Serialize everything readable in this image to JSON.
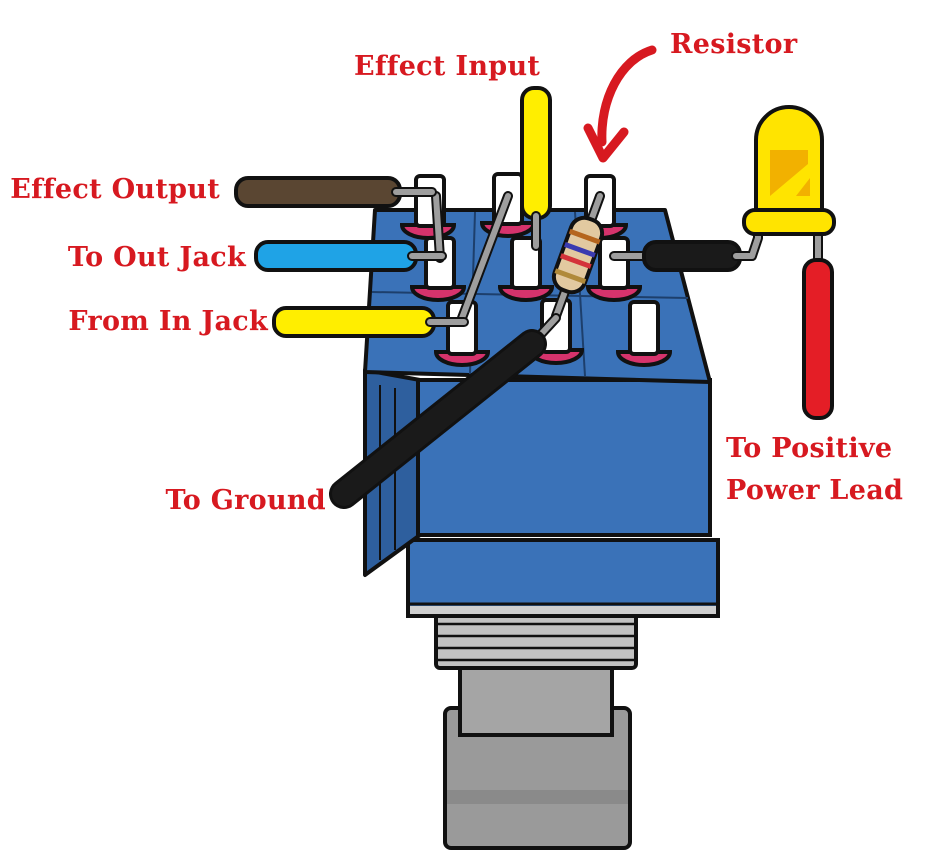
{
  "labels": {
    "effect_input": "Effect Input",
    "resistor": "Resistor",
    "effect_output": "Effect Output",
    "to_out_jack": "To Out Jack",
    "from_in_jack": "From In Jack",
    "to_ground": "To Ground",
    "to_positive_line1": "To Positive",
    "to_positive_line2": "Power Lead"
  },
  "colors": {
    "label": "#d71920",
    "outline": "#111111",
    "switch_blue": "#3a72b8",
    "switch_blue_dark": "#2e5f9e",
    "lug_base": "#d6336c",
    "lug_metal": "#cfcfcf",
    "wire_brown": "#5a4632",
    "wire_blue": "#1fa3e6",
    "wire_yellow": "#ffee00",
    "wire_black": "#1a1a1a",
    "wire_red": "#e41e26",
    "led_yellow": "#ffe400",
    "thread_gray": "#bfbfbf",
    "shaft_gray": "#9a9a9a"
  },
  "icons": {
    "switch": "footswitch-3pdt",
    "led": "led-bulb",
    "resistor": "resistor",
    "arrow": "curved-arrow"
  }
}
